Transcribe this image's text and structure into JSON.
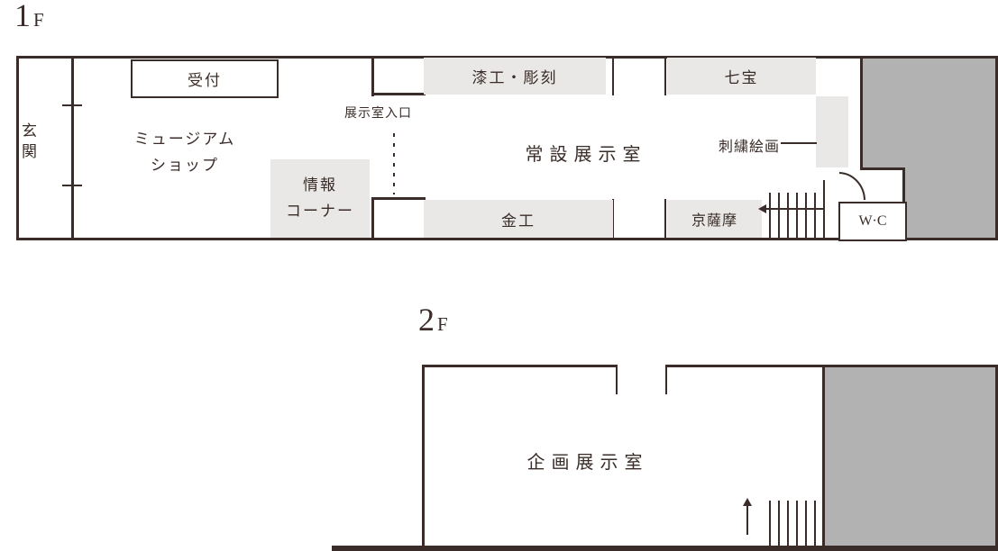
{
  "page": {
    "background": "#ffffff",
    "line_color": "#3a2d29",
    "light_box_color": "#e9e8e6",
    "gray_area_color": "#b2b2b2"
  },
  "floor1": {
    "label": {
      "number": "1",
      "suffix": "F"
    },
    "rooms": {
      "entrance": "玄関",
      "reception": "受付",
      "museum_shop": [
        "ミュージアム",
        "ショップ"
      ],
      "exhibition_entrance": "展示室入口",
      "lacquer_sculpture": "漆工・彫刻",
      "cloisonne": "七宝",
      "permanent_exhibition": "常設展示室",
      "embroidery_painting": "刺繍絵画",
      "information_corner": [
        "情報",
        "コーナー"
      ],
      "metalwork": "金工",
      "kyo_satsuma": "京薩摩",
      "toilet": "W·C"
    }
  },
  "floor2": {
    "label": {
      "number": "2",
      "suffix": "F"
    },
    "rooms": {
      "special_exhibition": "企画展示室"
    }
  }
}
